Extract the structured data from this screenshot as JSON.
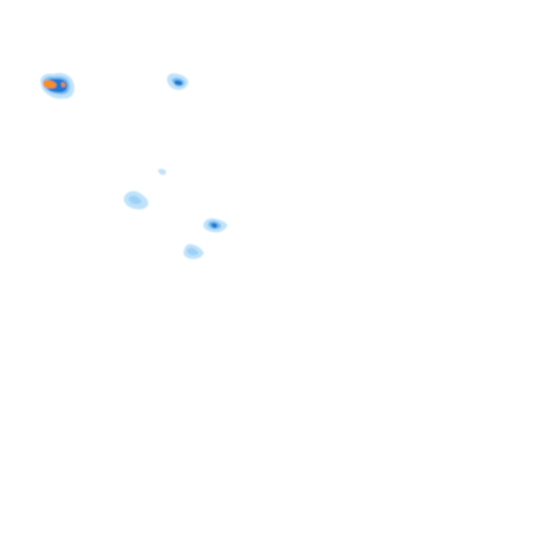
{
  "map": {
    "type": "intensity-tile-overlay",
    "background_color": "#ffffff",
    "legend_colors": {
      "light": "#bfe2fb",
      "medium": "#7cc0f2",
      "dark": "#1f78d1",
      "peak": "#f7901e"
    },
    "blobs": [
      {
        "id": "cell-1",
        "intensity": "peak"
      },
      {
        "id": "cell-2",
        "intensity": "dark"
      },
      {
        "id": "cell-3",
        "intensity": "light"
      },
      {
        "id": "cell-4",
        "intensity": "medium"
      },
      {
        "id": "cell-5",
        "intensity": "dark"
      },
      {
        "id": "cell-6",
        "intensity": "medium"
      }
    ]
  }
}
